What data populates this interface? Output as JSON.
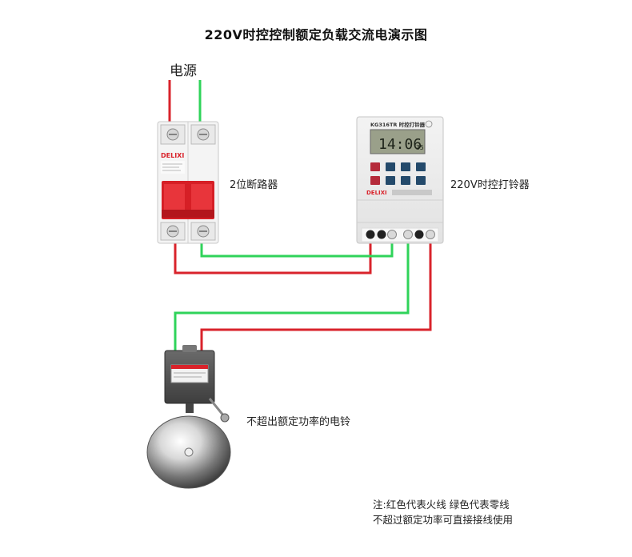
{
  "title": "220V时控控制额定负载交流电演示图",
  "labels": {
    "power": "电源",
    "breaker": "2位断路器",
    "timer": "220V时控打铃器",
    "bell": "不超出额定功率的电铃"
  },
  "notes": [
    "注:红色代表火线 绿色代表零线",
    "不超过额定功率可直接接线使用"
  ],
  "devices": {
    "breaker_brand": "DELIXI",
    "timer_model": "KG316TR  时控打铃器",
    "timer_display": "14:06",
    "timer_seconds": "35",
    "timer_brand": "DELIXI"
  },
  "colors": {
    "live_wire": "#d9232b",
    "neutral_wire": "#2fd35a"
  }
}
